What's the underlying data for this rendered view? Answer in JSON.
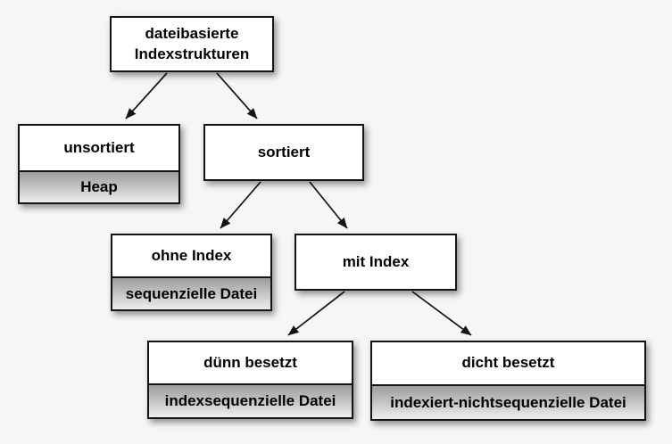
{
  "colors": {
    "bg": "#f6f6f6",
    "node-fill": "#ffffff",
    "line": "#141414",
    "sub-top": "#9c9c9c",
    "sub-bottom": "#eeeeee"
  },
  "nodes": {
    "root": {
      "label": "dateibasierte Indexstrukturen"
    },
    "unsorted": {
      "label": "unsortiert",
      "sublabel": "Heap"
    },
    "sorted": {
      "label": "sortiert"
    },
    "no_index": {
      "label": "ohne Index",
      "sublabel": "sequenzielle Datei"
    },
    "with_index": {
      "label": "mit Index"
    },
    "sparse": {
      "label": "dünn besetzt",
      "sublabel": "indexsequenzielle Datei"
    },
    "dense": {
      "label": "dicht besetzt",
      "sublabel": "indexiert-nichtsequenzielle Datei"
    }
  },
  "edges": [
    {
      "from": "root",
      "to": "unsorted"
    },
    {
      "from": "root",
      "to": "sorted"
    },
    {
      "from": "sorted",
      "to": "no_index"
    },
    {
      "from": "sorted",
      "to": "with_index"
    },
    {
      "from": "with_index",
      "to": "sparse"
    },
    {
      "from": "with_index",
      "to": "dense"
    }
  ]
}
